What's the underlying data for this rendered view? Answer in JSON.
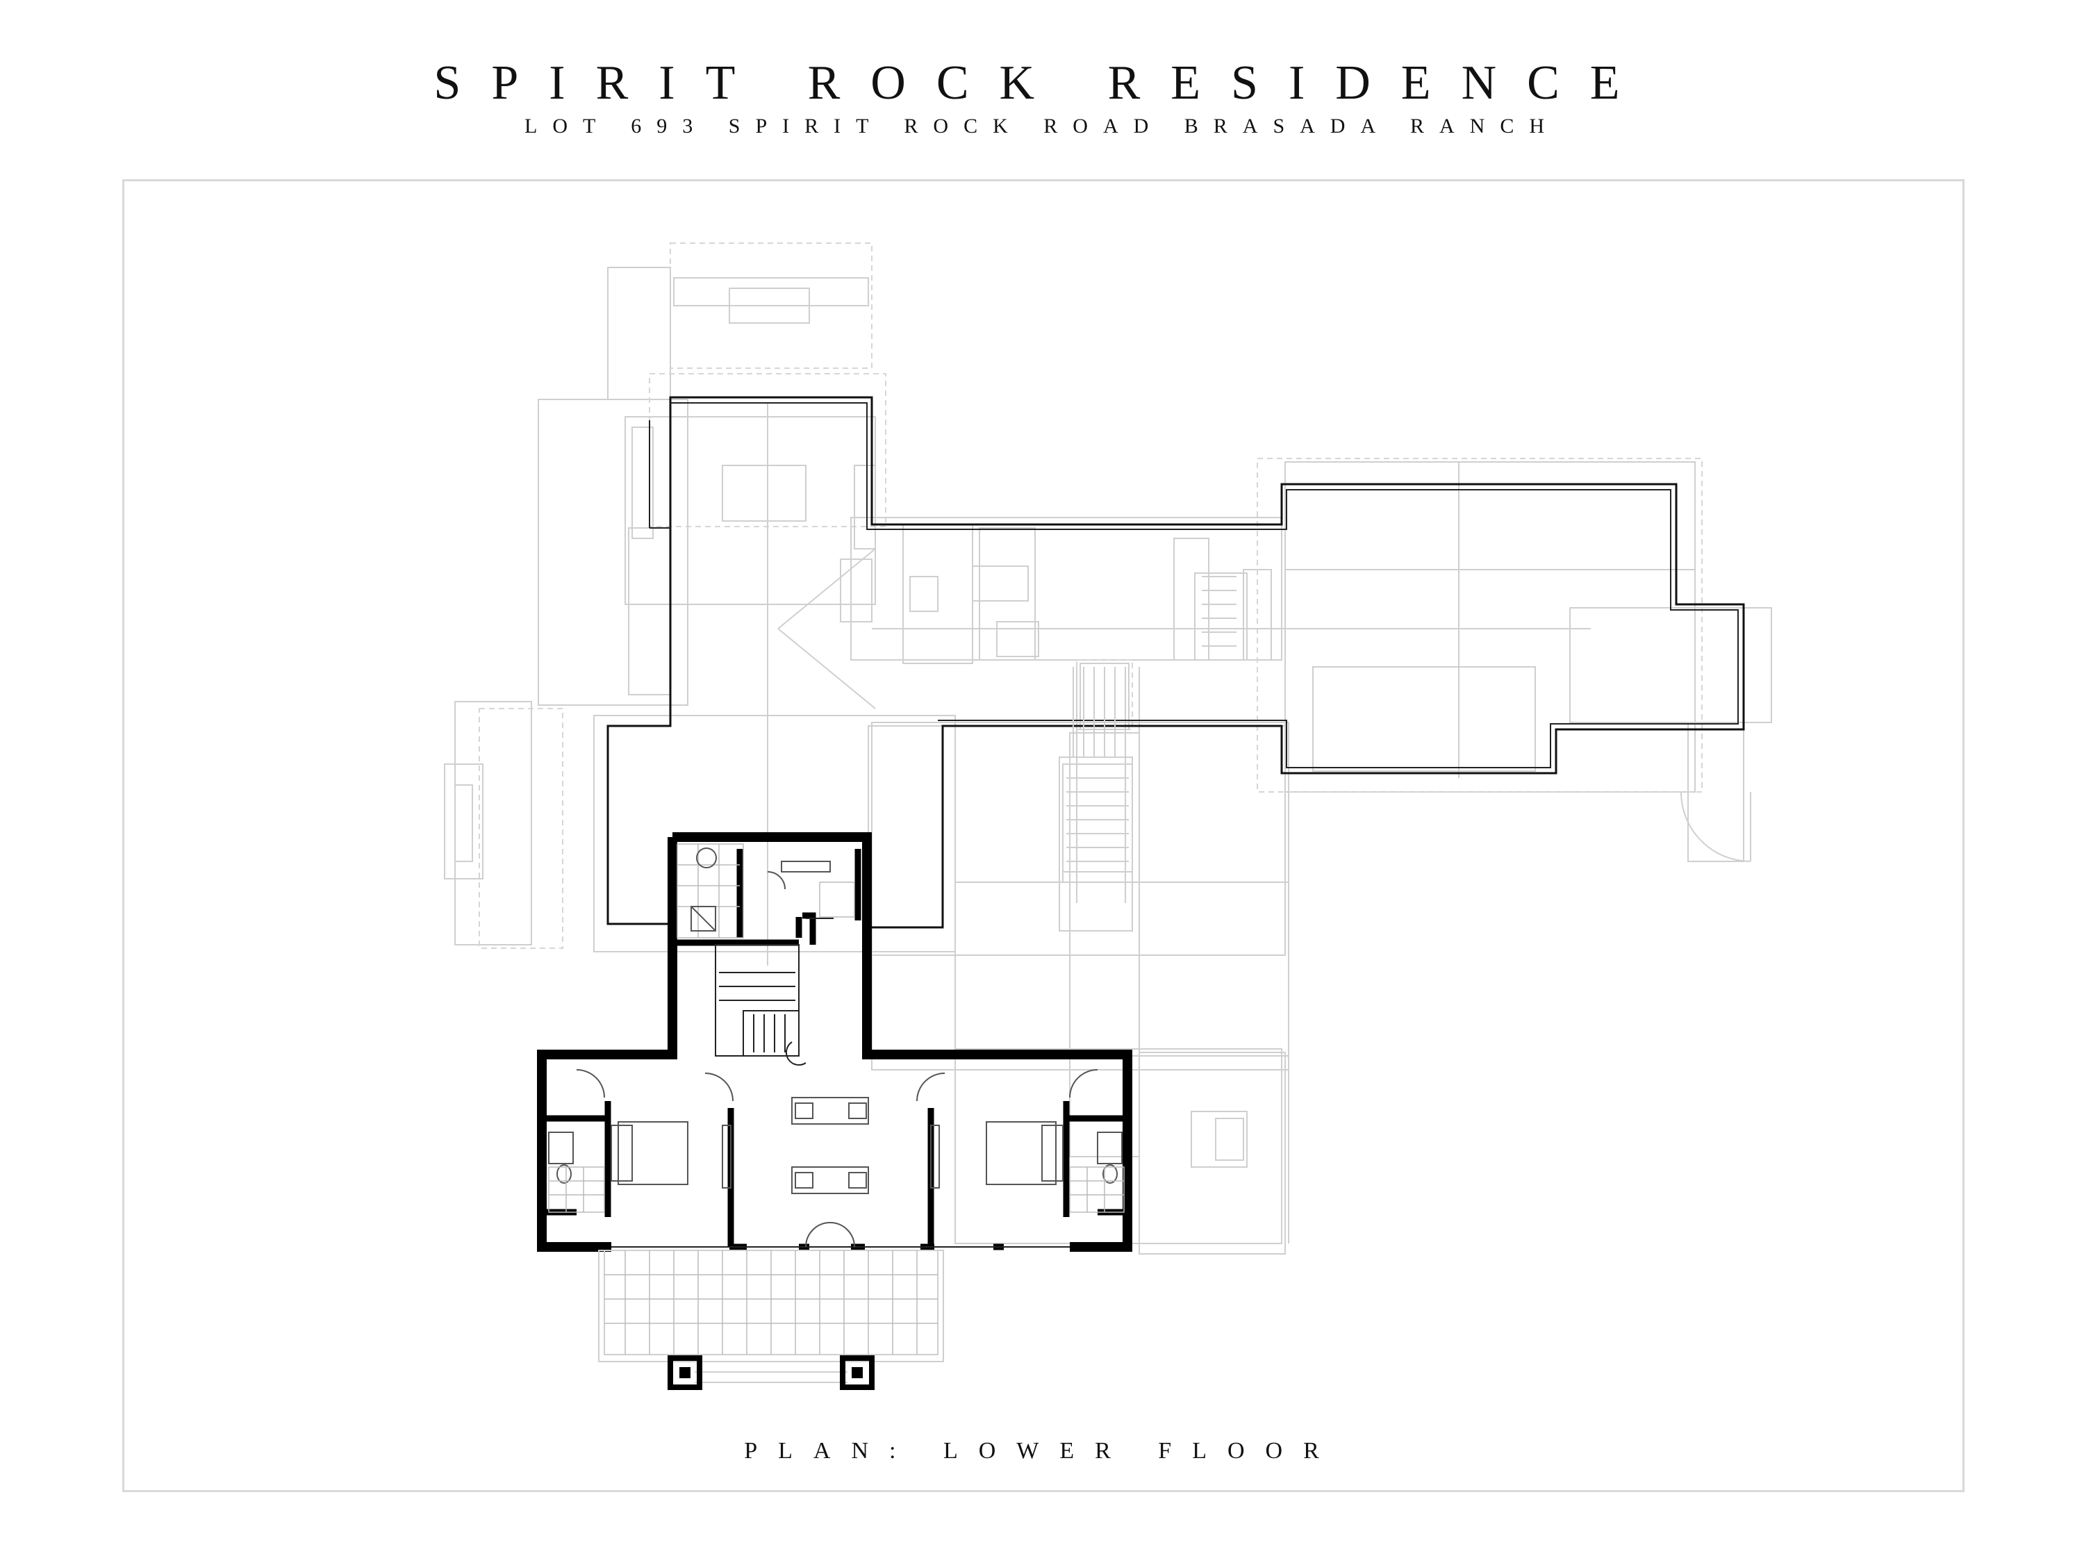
{
  "header": {
    "title": "SPIRIT ROCK RESIDENCE",
    "subtitle": "LOT 693 SPIRIT ROCK ROAD BRASADA RANCH"
  },
  "footer": {
    "caption": "PLAN: LOWER FLOOR"
  },
  "colors": {
    "background": "#ffffff",
    "active_walls": "#000000",
    "upper_floor_outline": "#111111",
    "ghost_lines": "#cfcfcf",
    "frame": "#d9d9d9"
  }
}
